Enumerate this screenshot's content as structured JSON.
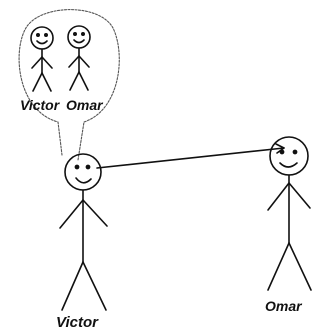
{
  "labels": {
    "thought_left": "Victor",
    "thought_right": "Omar",
    "main_left": "Victor",
    "main_right": "Omar"
  },
  "colors": {
    "ink": "#111111",
    "bubble": "#555555"
  }
}
